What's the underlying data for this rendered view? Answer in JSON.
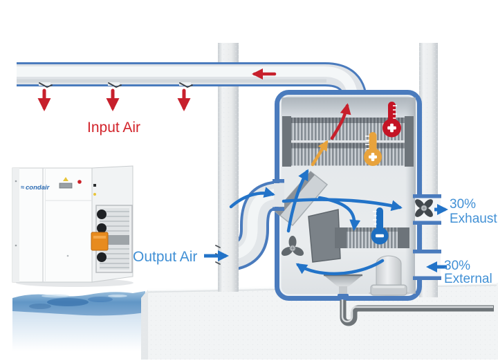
{
  "diagram": {
    "labels": {
      "input_air": "Input Air",
      "output_air": "Output Air",
      "exhaust_percent": "30%",
      "exhaust": "Exhaust",
      "external_percent": "30%",
      "external": "External"
    },
    "brand": {
      "logo_mark": "≈",
      "logo_text": "condair"
    },
    "colors": {
      "label_blue": "#4190d5",
      "label_red": "#d2232a",
      "flow_blue": "#2273c8",
      "hot_red": "#c41425",
      "warm_orange": "#e8a33c",
      "cold_blue": "#1d6ec0",
      "duct_border_blue": "#4a7bbd"
    },
    "icons": {
      "hot": "thermometer-plus-icon",
      "warm": "thermometer-plus-icon",
      "cold": "thermometer-minus-icon",
      "exhaust_fan": "fan-icon",
      "circulation_fan": "fan-icon"
    }
  }
}
